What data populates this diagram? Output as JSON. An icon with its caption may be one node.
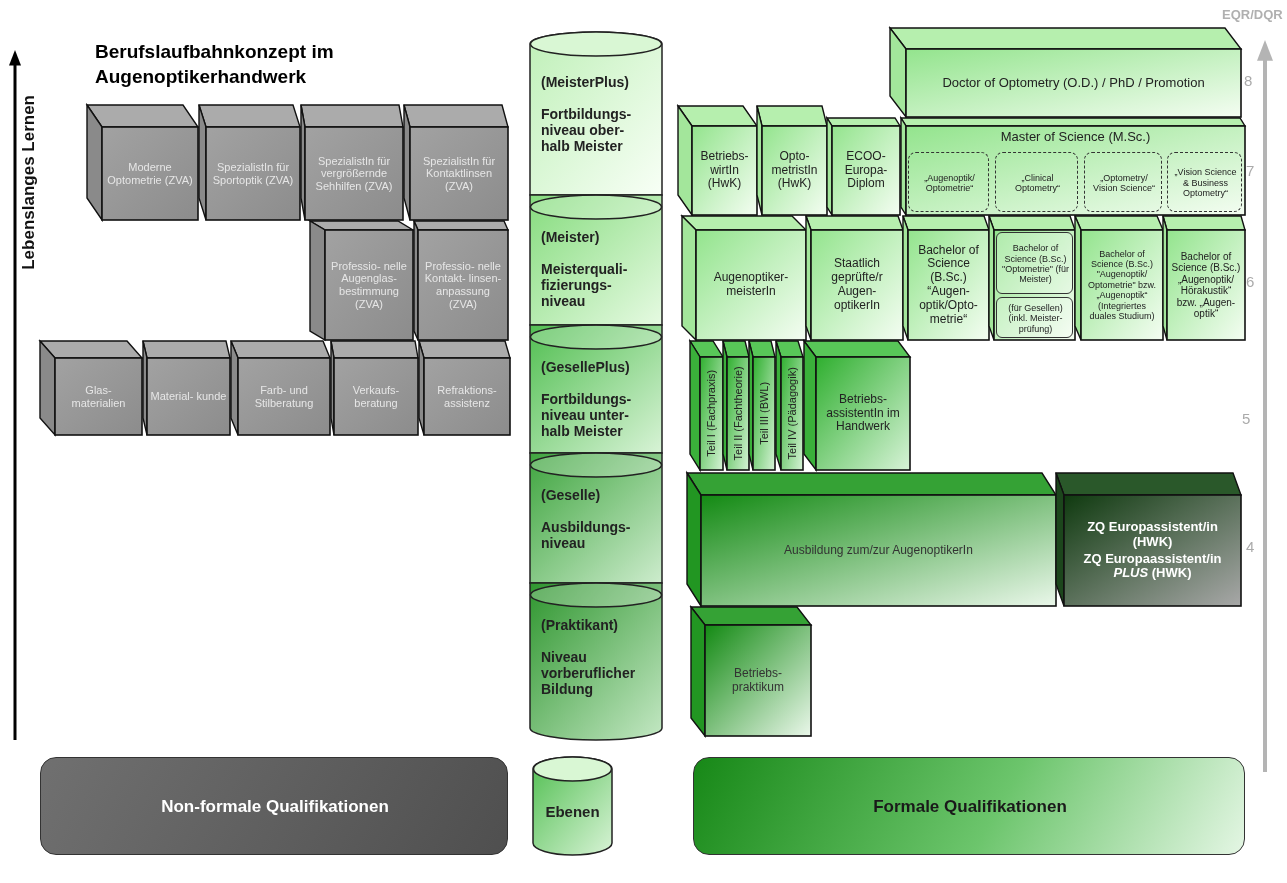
{
  "diagram": {
    "title": "Berufslaufbahnkonzept im Augenoptikerhandwerk",
    "nodes": [
      {
        "text": [
          "Moderne Optometrie (ZVA)"
        ]
      },
      {
        "text": [
          "SpezialistIn für Sportoptik (ZVA)"
        ]
      },
      {
        "text": [
          "SpezialistIn für vergrößernde Sehhilfen (ZVA)"
        ]
      },
      {
        "text": [
          "SpezialistIn für Kontaktlinsen (ZVA)"
        ]
      },
      {
        "text": [
          "Professio- nelle Augenglas- bestimmung (ZVA)"
        ]
      },
      {
        "text": [
          "Professio- nelle Kontakt- linsen- anpassung (ZVA)"
        ]
      },
      {
        "text": [
          "Glas- materialien"
        ]
      },
      {
        "text": [
          "Material- kunde"
        ]
      },
      {
        "text": [
          "Farb- und Stilberatung"
        ]
      },
      {
        "text": [
          "Verkaufs- beratung"
        ]
      },
      {
        "text": [
          "Refraktions- assistenz"
        ]
      },
      {
        "text": [
          "(MeisterPlus)",
          "Fortbildungs- niveau ober- halb Meister"
        ]
      },
      {
        "text": [
          "(Meister)",
          "Meisterquali- fizierungs- niveau"
        ]
      },
      {
        "text": [
          "(GesellePlus)",
          "Fortbildungs- niveau unter- halb Meister"
        ]
      },
      {
        "text": [
          "(Geselle)",
          "Ausbildungs- niveau"
        ]
      },
      {
        "text": [
          "(Praktikant)",
          "Niveau vorberuflicher Bildung"
        ]
      },
      {
        "text": [
          "Doctor of Optometry (O.D.) / PhD / Promotion"
        ]
      },
      {
        "text": [
          "Betriebs- wirtIn (HwK)"
        ]
      },
      {
        "text": [
          "Opto- metristIn (HwK)"
        ]
      },
      {
        "text": [
          "ECOO- Europa- Diplom"
        ]
      },
      {
        "text": [
          "Master of Science (M.Sc.)"
        ]
      },
      {
        "text": [
          "„Augenoptik/ Optometrie“"
        ],
        "in": 20
      },
      {
        "text": [
          "„Clinical Optometry“"
        ],
        "in": 20
      },
      {
        "text": [
          "„Optometry/ Vision Science“"
        ],
        "in": 20
      },
      {
        "text": [
          "„Vision Science & Business Optometry“"
        ],
        "in": 20
      },
      {
        "text": [
          "Augenoptiker- meisterIn"
        ]
      },
      {
        "text": [
          "Staatlich geprüfte/r Augen- optikerIn"
        ]
      },
      {
        "text": [
          "Bachelor of Science (B.Sc.) “Augen- optik/Opto- metrie“"
        ]
      },
      {
        "text": [],
        "shape": "box"
      },
      {
        "text": [
          "Bachelor of Science (B.Sc.) \"Optometrie\" (für Meister)"
        ],
        "in": 28
      },
      {
        "text": [
          "(für Gesellen) (inkl. Meister- prüfung)"
        ],
        "in": 28
      },
      {
        "text": [
          "Bachelor of Science (B.Sc.) \"Augenoptik/ Optometrie\" bzw. „Augenoptik“ (Integriertes duales Studium)"
        ]
      },
      {
        "text": [
          "Bachelor of Science (B.Sc.) „Augenoptik/ Hörakustik“ bzw. „Augen- optik“"
        ]
      },
      {
        "text": [
          "Teil I (Fachpraxis)"
        ]
      },
      {
        "text": [
          "Teil II (Fachtheorie)"
        ]
      },
      {
        "text": [
          "Teil III (BWL)"
        ]
      },
      {
        "text": [
          "Teil IV (Pädagogik)"
        ]
      },
      {
        "text": [
          "Betriebs- assistentIn im Handwerk"
        ]
      },
      {
        "text": [
          "Ausbildung zum/zur AugenoptikerIn"
        ]
      },
      {
        "text": [
          "ZQ Europassistent/in (HWK)",
          "ZQ Europaassistent/in *PLUS* (HWK)"
        ]
      },
      {
        "text": [
          "Betriebs- praktikum"
        ]
      },
      {
        "text": [
          "Non-formale Qualifikationen"
        ]
      },
      {
        "text": [
          "Ebenen"
        ]
      },
      {
        "text": [
          "Formale Qualifikationen"
        ]
      }
    ],
    "labels": [
      "Lebenslanges Lernen",
      "EQR/DQR",
      "8",
      "7",
      "6",
      "5",
      "4"
    ]
  }
}
